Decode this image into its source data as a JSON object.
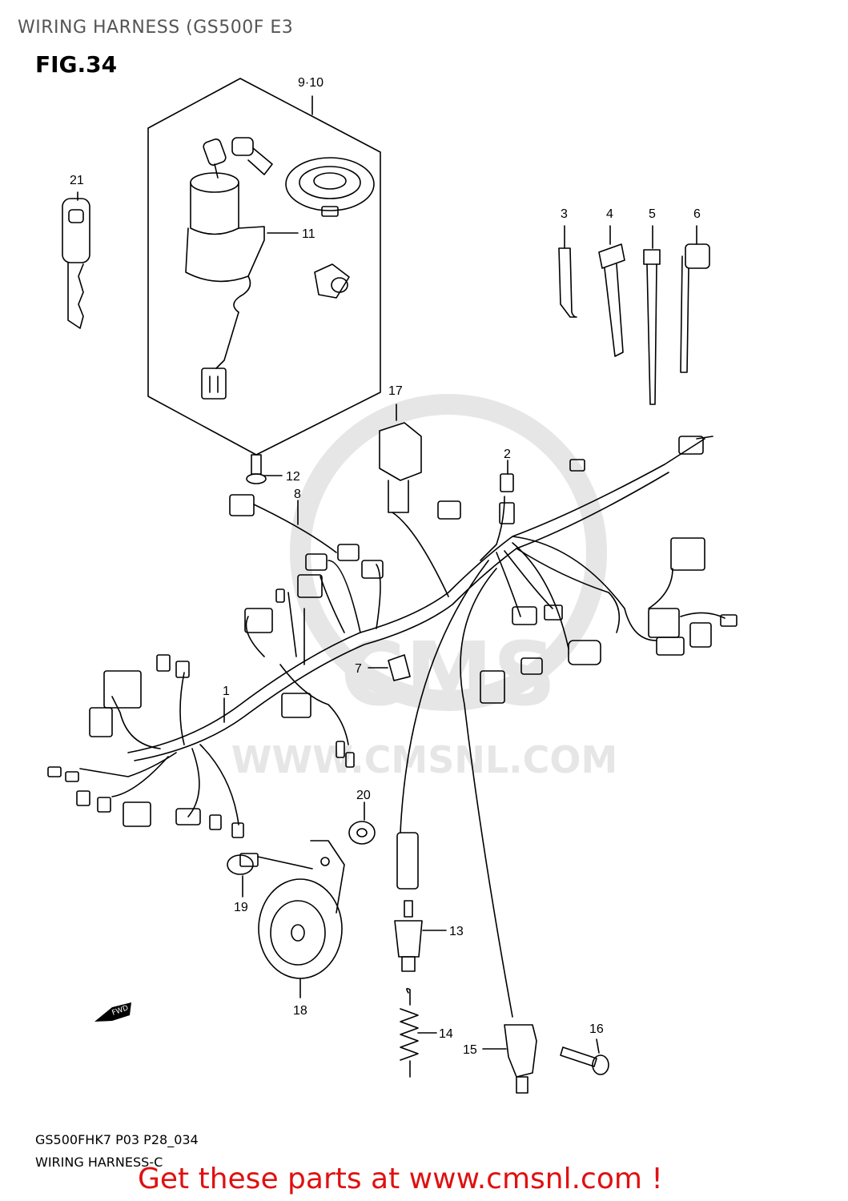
{
  "header": {
    "title": "WIRING HARNESS (GS500F E3"
  },
  "figure": {
    "label": "FIG.34"
  },
  "watermark": {
    "brand": "CMS",
    "url": "WWW.CMSNL.COM"
  },
  "footer": {
    "diagram_code": "GS500FHK7 P03 P28_034",
    "subtitle": "WIRING HARNESS-C",
    "promo": "Get these parts at www.cmsnl.com !"
  },
  "fwd_arrow": "FWD",
  "callouts": {
    "c1": "1",
    "c2": "2",
    "c3": "3",
    "c4": "4",
    "c5": "5",
    "c6": "6",
    "c7": "7",
    "c8": "8",
    "c9_10": "9·10",
    "c11": "11",
    "c12": "12",
    "c13": "13",
    "c14": "14",
    "c15": "15",
    "c16": "16",
    "c17": "17",
    "c18": "18",
    "c19": "19",
    "c20": "20",
    "c21": "21"
  },
  "colors": {
    "promo": "#e01010",
    "line": "#000000",
    "watermark": "#e6e6e6"
  }
}
